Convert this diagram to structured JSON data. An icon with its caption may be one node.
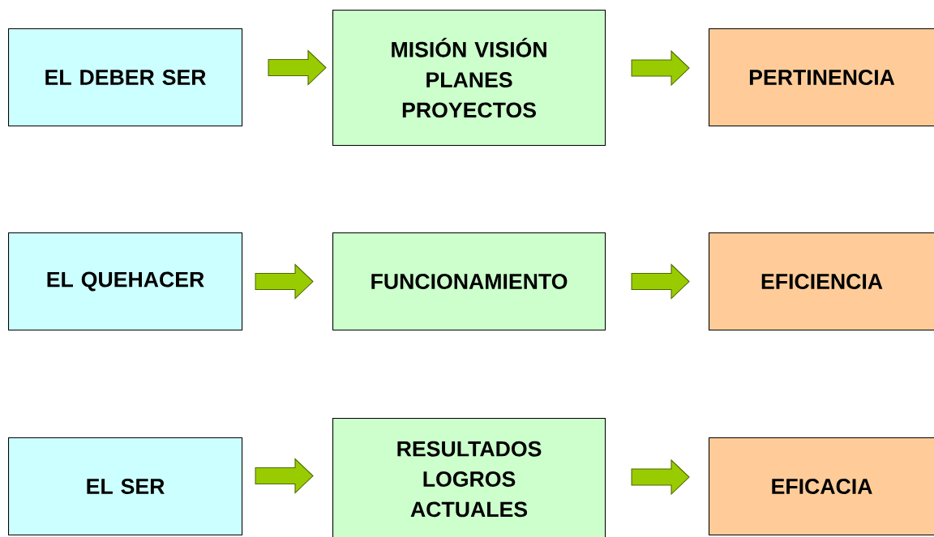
{
  "diagram": {
    "nodes": [
      {
        "text": [
          "EL DEBER SER"
        ]
      },
      {
        "text": [
          "MISIÓN VISIÓN PLANES PROYECTOS"
        ]
      },
      {
        "text": [
          "PERTINENCIA"
        ]
      },
      {
        "text": [
          "EL QUEHACER"
        ]
      },
      {
        "text": [
          "FUNCIONAMIENTO"
        ]
      },
      {
        "text": [
          "EFICIENCIA"
        ]
      },
      {
        "text": [
          "EL SER"
        ]
      },
      {
        "text": [
          "RESULTADOS LOGROS ACTUALES"
        ]
      },
      {
        "text": [
          "EFICACIA"
        ]
      }
    ],
    "edges": [
      {
        "from": 0,
        "to": 1,
        "arrow": "to"
      },
      {
        "from": 1,
        "to": 2,
        "arrow": "to"
      },
      {
        "from": 3,
        "to": 4,
        "arrow": "to"
      },
      {
        "from": 4,
        "to": 5,
        "arrow": "to"
      },
      {
        "from": 6,
        "to": 7,
        "arrow": "to"
      },
      {
        "from": 7,
        "to": 8,
        "arrow": "to"
      }
    ]
  }
}
